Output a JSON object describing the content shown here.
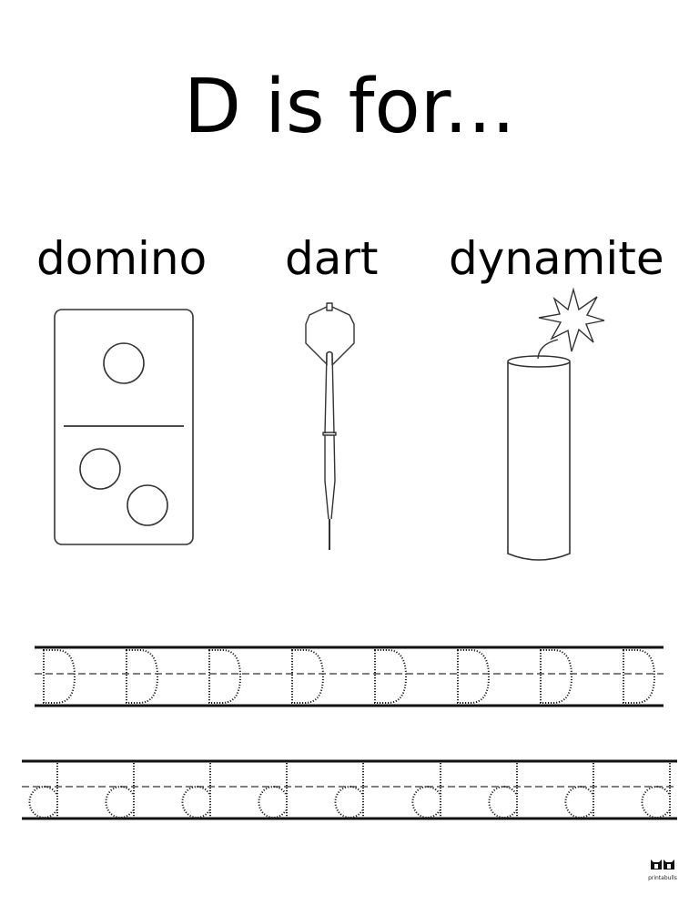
{
  "page": {
    "title": "D is for...",
    "words": [
      "domino",
      "dart",
      "dynamite"
    ],
    "tracing": {
      "uppercase_letter": "D",
      "uppercase_count": 8,
      "lowercase_letter": "d",
      "lowercase_count": 9
    },
    "logo": {
      "text": "printabulls",
      "icon": "bulldog-faces-icon"
    },
    "colors": {
      "ink": "#000000",
      "line": "#333333",
      "background": "#ffffff"
    }
  }
}
